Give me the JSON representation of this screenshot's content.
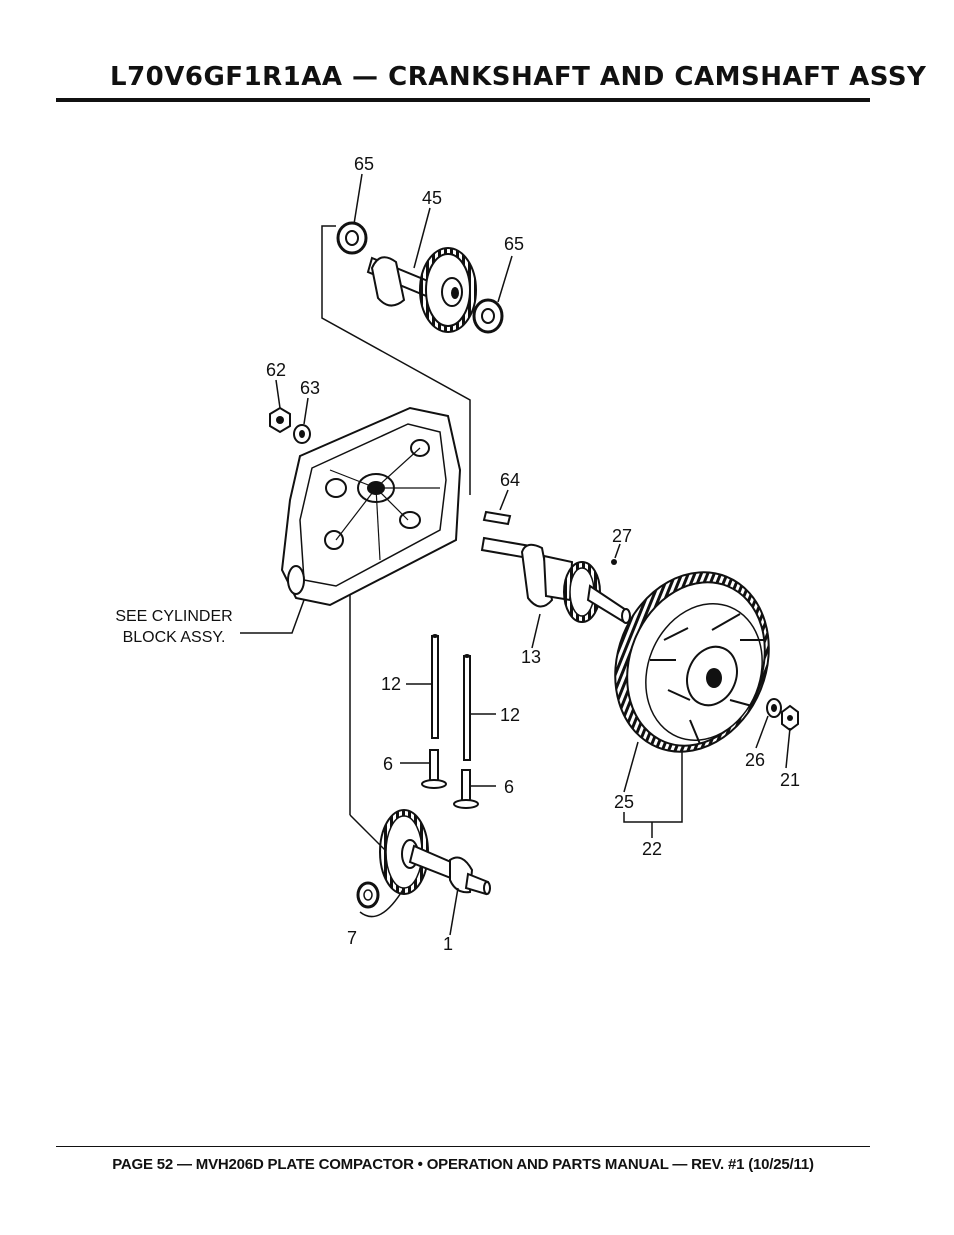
{
  "header": {
    "title": "L70V6GF1R1AA — CRANKSHAFT AND CAMSHAFT ASSY"
  },
  "diagram": {
    "callouts": {
      "c65a": "65",
      "c45": "45",
      "c65b": "65",
      "c62": "62",
      "c63": "63",
      "c64": "64",
      "c27": "27",
      "c13": "13",
      "c12a": "12",
      "c12b": "12",
      "c6a": "6",
      "c6b": "6",
      "c7": "7",
      "c1": "1",
      "c25": "25",
      "c22": "22",
      "c26": "26",
      "c21": "21"
    },
    "note_line1": "SEE CYLINDER",
    "note_line2": "BLOCK ASSY."
  },
  "footer": {
    "text": "PAGE 52 — MVH206D PLATE COMPACTOR • OPERATION AND PARTS MANUAL — REV. #1 (10/25/11)"
  }
}
